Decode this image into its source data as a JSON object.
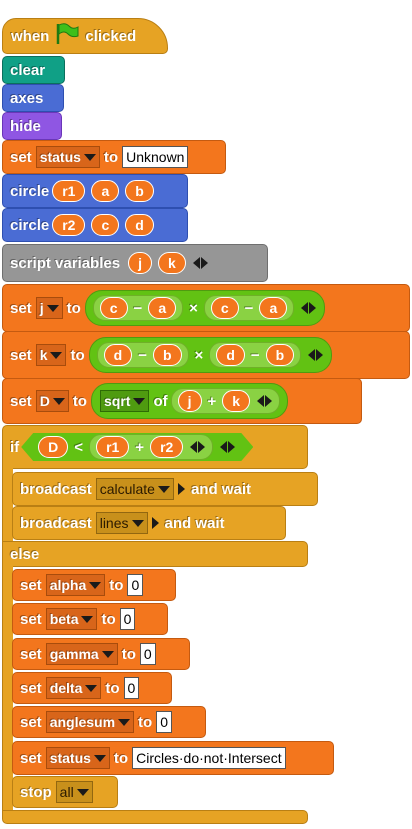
{
  "hat": {
    "when": "when",
    "clicked": "clicked",
    "icon": "green-flag-icon"
  },
  "clear": "clear",
  "axes": "axes",
  "hide": "hide",
  "set_label": "set",
  "to_label": "to",
  "of_label": "of",
  "status_var": "status",
  "status_initial": "Unknown",
  "circle_label": "circle",
  "circle1": {
    "r": "r1",
    "x": "a",
    "y": "b"
  },
  "circle2": {
    "r": "r2",
    "x": "c",
    "y": "d"
  },
  "script_variables": "script variables",
  "script_vars": [
    "j",
    "k"
  ],
  "set_j": {
    "var": "j",
    "left_a": "c",
    "left_b": "a",
    "right_a": "c",
    "right_b": "a",
    "minus": "−",
    "times": "×"
  },
  "set_k": {
    "var": "k",
    "left_a": "d",
    "left_b": "b",
    "right_a": "d",
    "right_b": "b",
    "minus": "−",
    "times": "×"
  },
  "set_D": {
    "var": "D",
    "func": "sqrt",
    "a": "j",
    "plus": "+",
    "b": "k"
  },
  "if_block": {
    "if": "if",
    "lhs": "D",
    "lt": "<",
    "a": "r1",
    "plus": "+",
    "b": "r2",
    "else": "else"
  },
  "broadcast_label": "broadcast",
  "and_wait": "and wait",
  "broadcast1": "calculate",
  "broadcast2": "lines",
  "else_sets": [
    {
      "var": "alpha",
      "value": "0"
    },
    {
      "var": "beta",
      "value": "0"
    },
    {
      "var": "gamma",
      "value": "0"
    },
    {
      "var": "delta",
      "value": "0"
    },
    {
      "var": "anglesum",
      "value": "0"
    }
  ],
  "status_final": "Circles·do·not·Intersect",
  "stop_label": "stop",
  "stop_option": "all"
}
